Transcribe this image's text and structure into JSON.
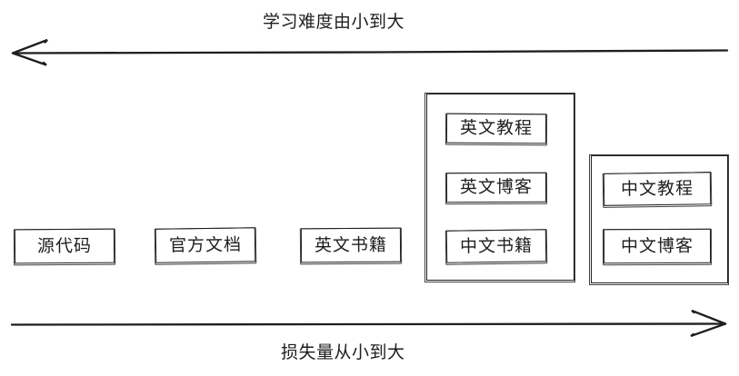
{
  "diagram": {
    "title_top": "学习难度由小到大",
    "title_bottom": "损失量从小到大",
    "stroke_color": "#1e1e1e",
    "background_color": "#ffffff",
    "top_axis": {
      "label": "学习难度由小到大",
      "arrow_direction": "left",
      "arrow_icon": "arrow-left-icon"
    },
    "bottom_axis": {
      "label": "损失量从小到大",
      "arrow_direction": "right",
      "arrow_icon": "arrow-right-icon"
    },
    "items": [
      {
        "id": "source-code",
        "label": "源代码",
        "column": 1,
        "grouped": false
      },
      {
        "id": "official-docs",
        "label": "官方文档",
        "column": 2,
        "grouped": false
      },
      {
        "id": "en-books",
        "label": "英文书籍",
        "column": 3,
        "grouped": false
      },
      {
        "id": "en-tutorial",
        "label": "英文教程",
        "column": 4,
        "grouped": true
      },
      {
        "id": "en-blog",
        "label": "英文博客",
        "column": 4,
        "grouped": true
      },
      {
        "id": "cn-books",
        "label": "中文书籍",
        "column": 4,
        "grouped": true
      },
      {
        "id": "cn-tutorial",
        "label": "中文教程",
        "column": 5,
        "grouped": true
      },
      {
        "id": "cn-blog",
        "label": "中文博客",
        "column": 5,
        "grouped": true
      }
    ],
    "groups": [
      {
        "id": "group-english",
        "members": [
          "英文教程",
          "英文博客",
          "中文书籍"
        ]
      },
      {
        "id": "group-chinese",
        "members": [
          "中文教程",
          "中文博客"
        ]
      }
    ]
  }
}
